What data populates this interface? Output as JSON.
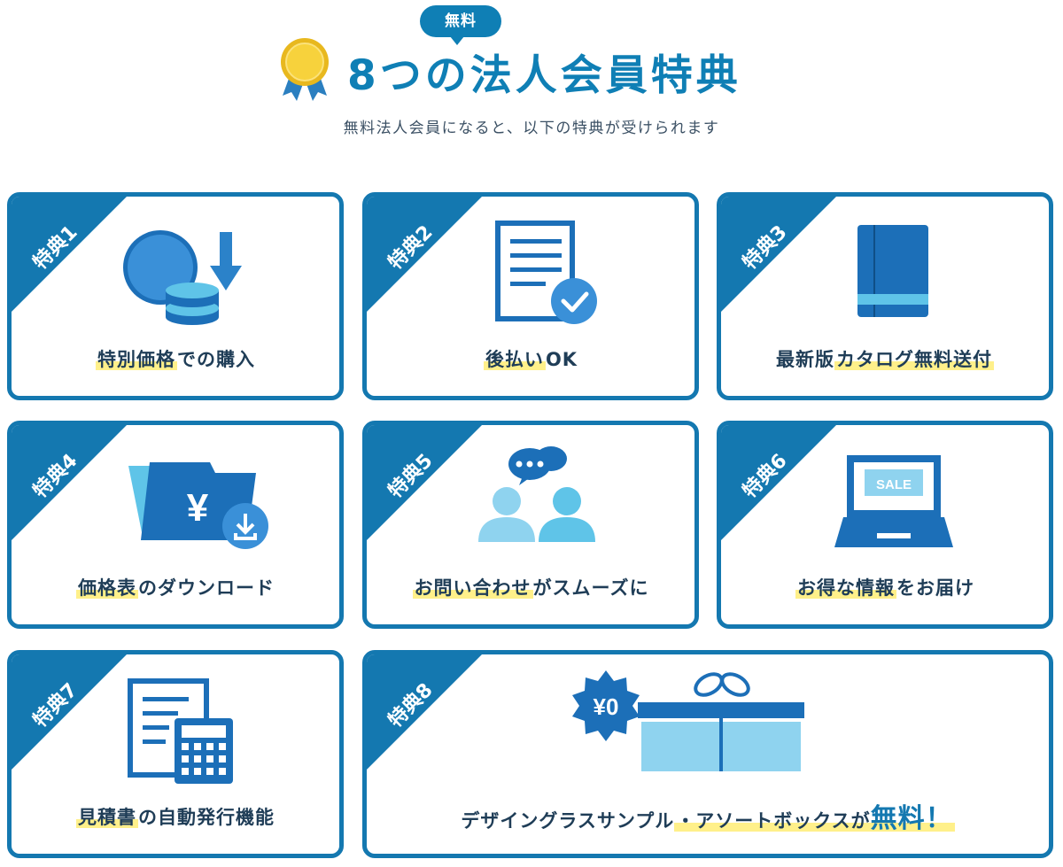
{
  "header": {
    "badge": "無料",
    "title": "8つの法人会員特典",
    "subtitle": "無料法人会員になると、以下の特典が受けられます"
  },
  "benefits": [
    {
      "tag": "特典1",
      "pre": "",
      "highlight": "特別価格",
      "post": "での購入",
      "icon": "coin-price-icon"
    },
    {
      "tag": "特典2",
      "pre": "",
      "highlight": "後払い",
      "post": "OK",
      "icon": "document-check-icon"
    },
    {
      "tag": "特典3",
      "pre": "最新版",
      "highlight": "カタログ無料送付",
      "post": "",
      "icon": "catalog-book-icon"
    },
    {
      "tag": "特典4",
      "pre": "",
      "highlight": "価格表",
      "post": "のダウンロード",
      "icon": "folder-yen-download-icon"
    },
    {
      "tag": "特典5",
      "pre": "",
      "highlight": "お問い合わせ",
      "post": "がスムーズに",
      "icon": "chat-people-icon"
    },
    {
      "tag": "特典6",
      "pre": "",
      "highlight": "お得な情報",
      "post": "をお届け",
      "icon": "laptop-sale-icon"
    },
    {
      "tag": "特典7",
      "pre": "",
      "highlight": "見積書",
      "post": "の自動発行機能",
      "icon": "calculator-document-icon"
    },
    {
      "tag": "特典8",
      "pre": "デザイングラスサンプル",
      "highlight": "・アソートボックスが",
      "post_big": "無料！",
      "icon": "gift-box-icon"
    }
  ],
  "icons": {
    "sale_text": "SALE",
    "price_text": "¥0",
    "yen": "¥"
  },
  "colors": {
    "primary": "#1478b0",
    "title": "#0f7fb5",
    "light_blue": "#5fc4e8",
    "highlight": "#fff08a"
  }
}
